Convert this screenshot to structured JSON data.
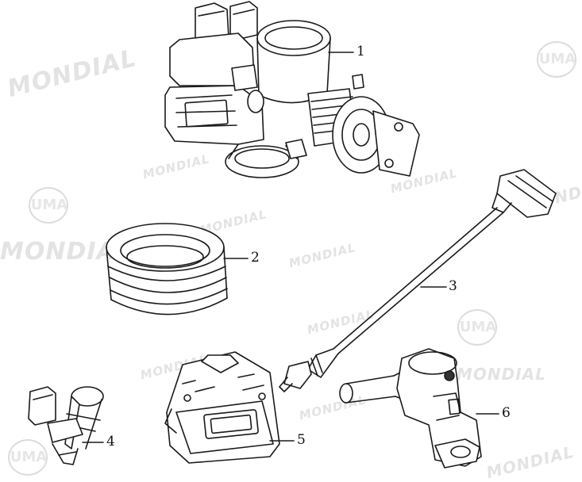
{
  "diagram": {
    "callouts": [
      "1",
      "2",
      "3",
      "4",
      "5",
      "6"
    ],
    "watermark_text": "MONDIAL",
    "logo_text": "UMA"
  }
}
